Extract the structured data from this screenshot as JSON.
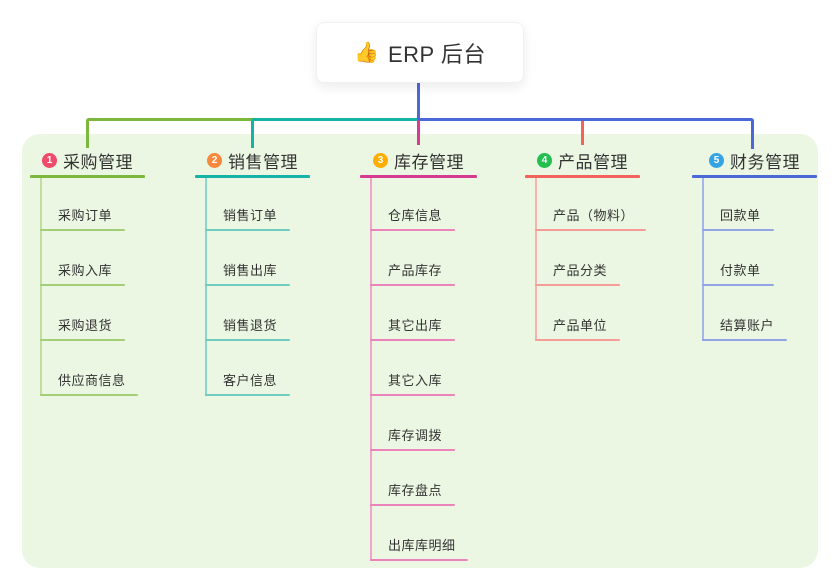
{
  "root": {
    "icon": "👍",
    "label": "ERP 后台"
  },
  "branches": [
    {
      "num": "1",
      "label": "采购管理",
      "badge_color": "#ee4c6a",
      "line_color": "#7cb83d",
      "line_mid": "#a2cf75",
      "line_light": "#bfdd9f",
      "children": [
        "采购订单",
        "采购入库",
        "采购退货",
        "供应商信息"
      ]
    },
    {
      "num": "2",
      "label": "销售管理",
      "badge_color": "#f9873c",
      "line_color": "#15b2a6",
      "line_mid": "#6fccc0",
      "line_light": "#8cd6cc",
      "children": [
        "销售订单",
        "销售出库",
        "销售退货",
        "客户信息"
      ]
    },
    {
      "num": "3",
      "label": "库存管理",
      "badge_color": "#ffae00",
      "line_color": "#d73b91",
      "line_mid": "#ea84bb",
      "line_light": "#f0a3cc",
      "children": [
        "仓库信息",
        "产品库存",
        "其它出库",
        "其它入库",
        "库存调拨",
        "库存盘点",
        "出库库明细"
      ]
    },
    {
      "num": "4",
      "label": "产品管理",
      "badge_color": "#23c050",
      "line_color": "#f4625c",
      "line_mid": "#f79d98",
      "line_light": "#f9b3af",
      "children": [
        "产品（物料）",
        "产品分类",
        "产品单位"
      ]
    },
    {
      "num": "5",
      "label": "财务管理",
      "badge_color": "#35a4e4",
      "line_color": "#4b68d8",
      "line_mid": "#90a5e4",
      "line_light": "#a6b6ea",
      "children": [
        "回款单",
        "付款单",
        "结算账户"
      ]
    }
  ],
  "colors": {
    "page_bg": "#ffffff",
    "panel_bg": "#ebf7e3",
    "root_line": "#4b68d8",
    "text": "#333333"
  }
}
